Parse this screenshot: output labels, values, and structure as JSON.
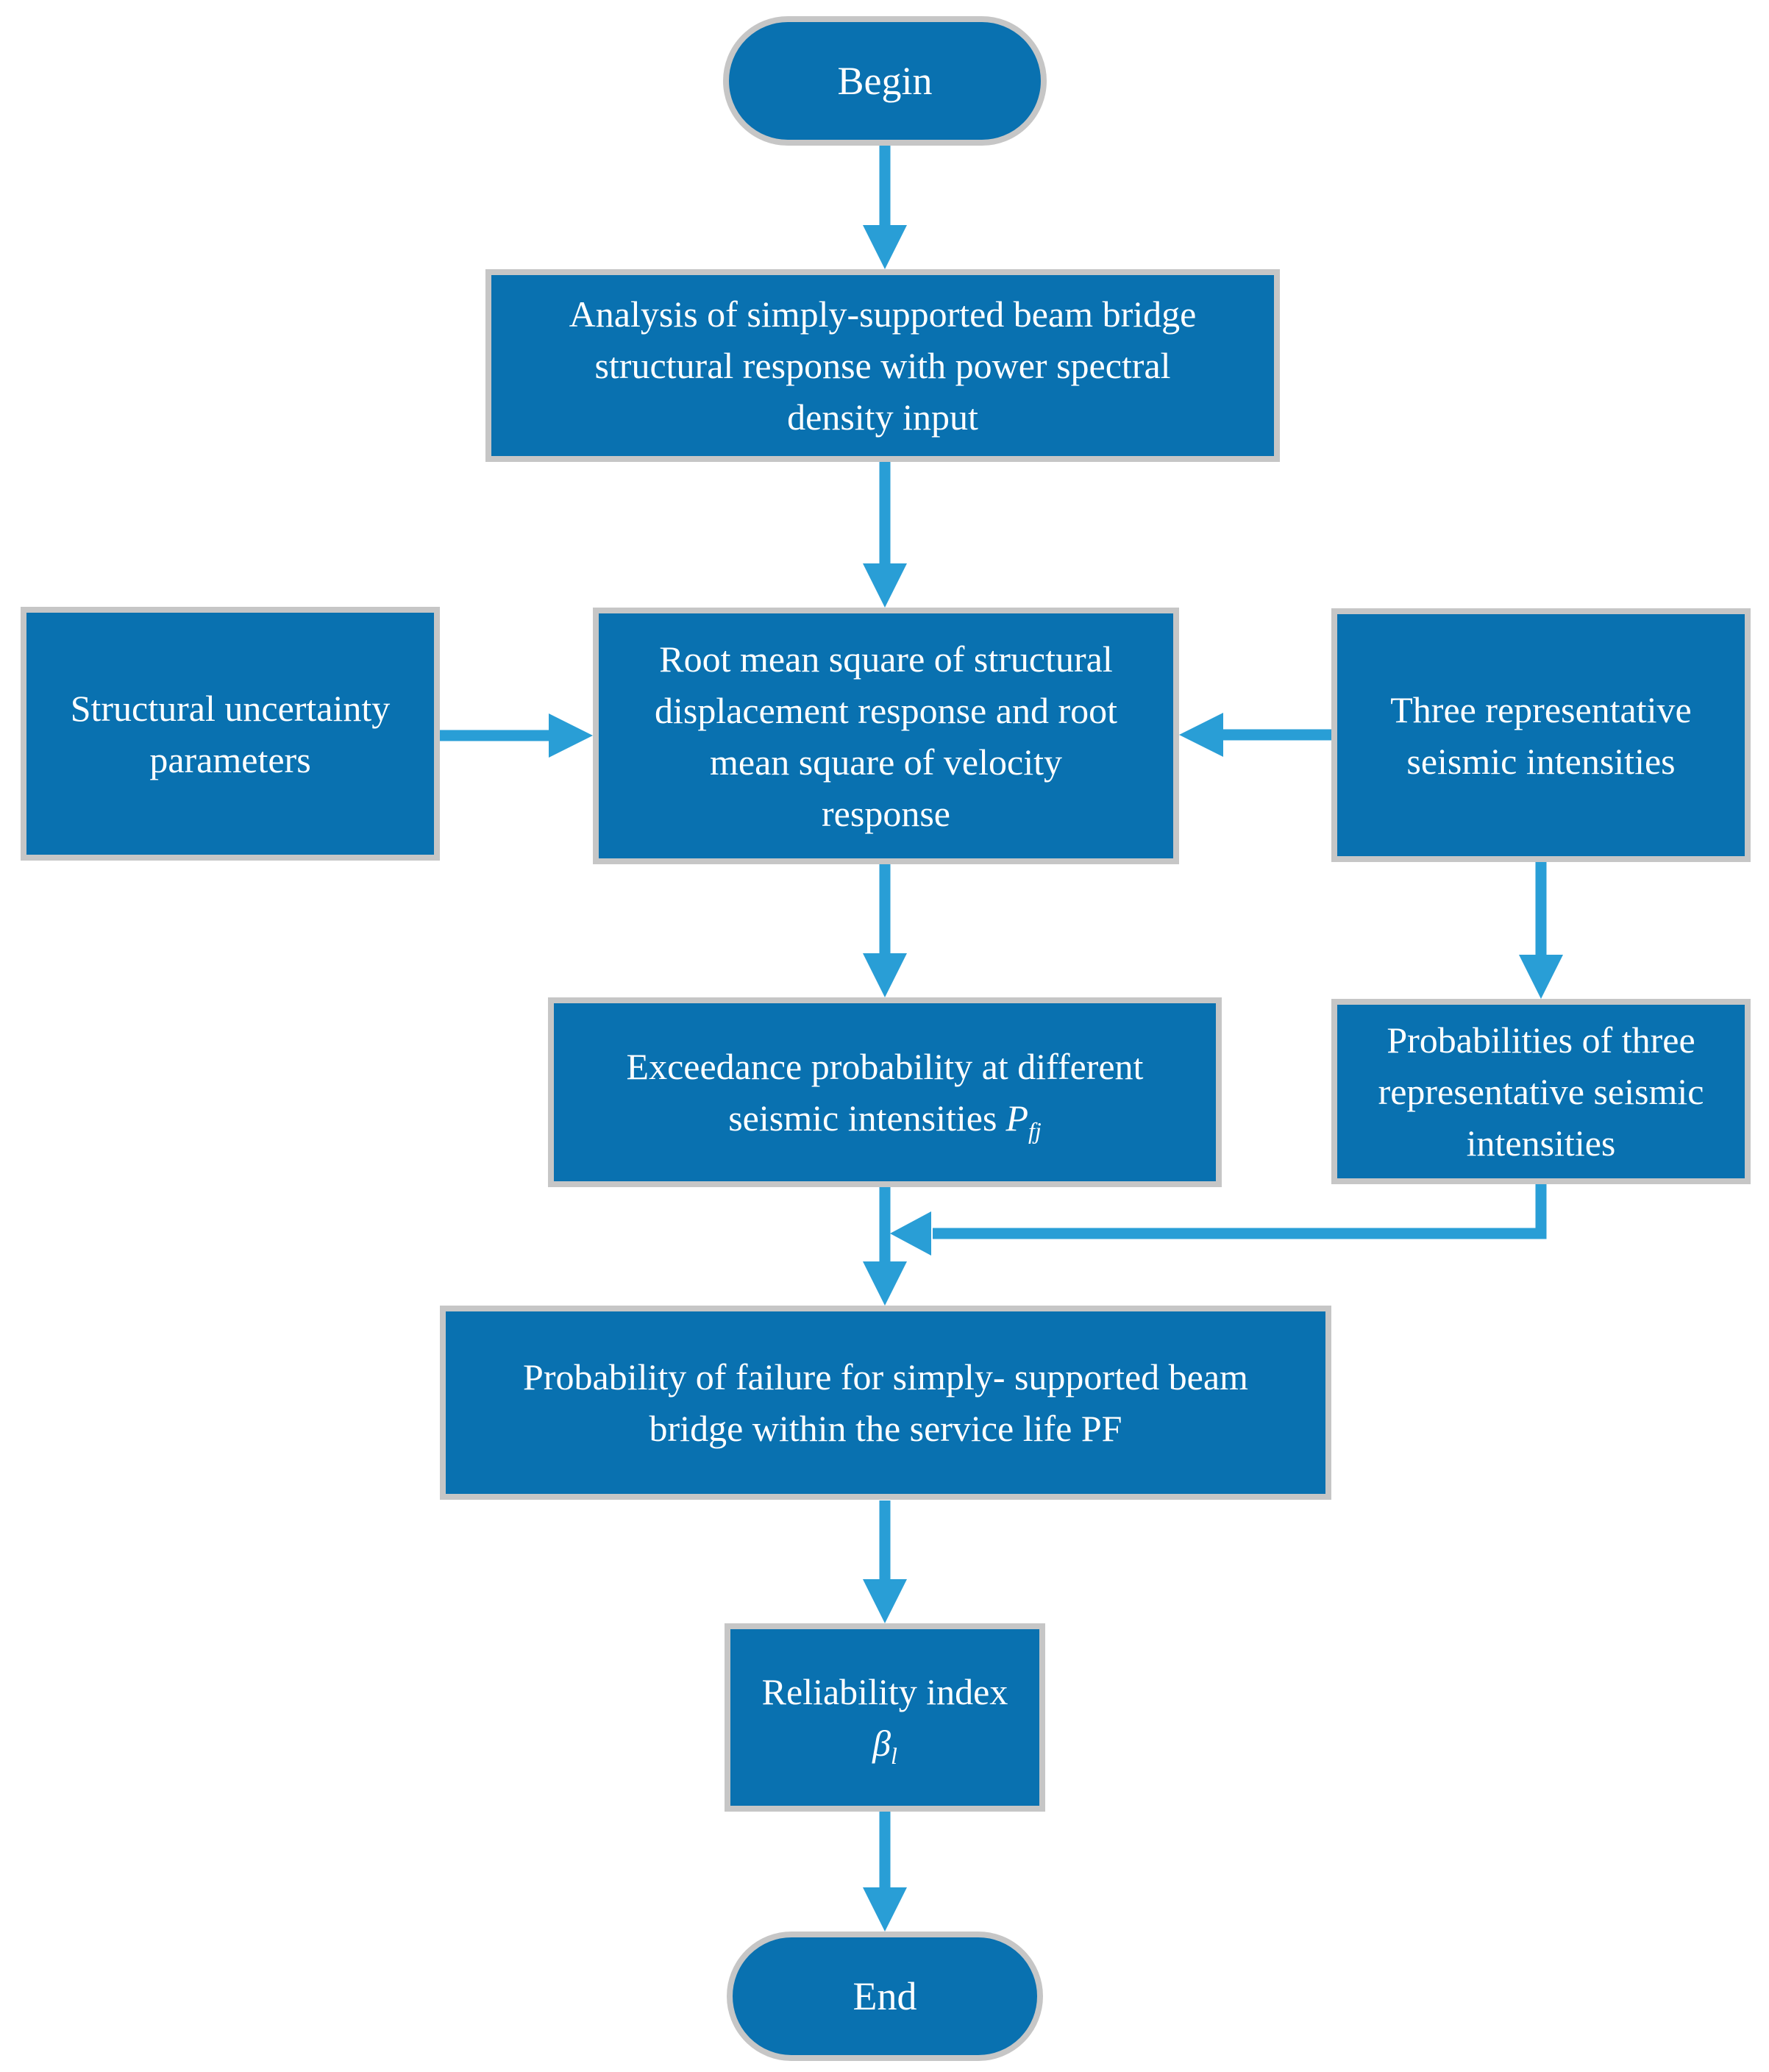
{
  "flowchart": {
    "colors": {
      "node_fill": "#0971b0",
      "node_border": "#c6c6c6",
      "node_text": "#ffffff",
      "arrow": "#299ed6",
      "background": "#ffffff"
    },
    "nodes": {
      "begin": {
        "shape": "terminator",
        "label": "Begin"
      },
      "analysis": {
        "shape": "process",
        "lines": [
          "Analysis of simply-supported beam bridge",
          "structural response with power spectral",
          "density input"
        ]
      },
      "structural_uncertainty": {
        "shape": "process",
        "lines": [
          "Structural uncertainty",
          "parameters"
        ]
      },
      "rms_response": {
        "shape": "process",
        "lines": [
          "Root mean square of structural",
          "displacement response and root",
          "mean square of velocity",
          "response"
        ]
      },
      "three_intensities": {
        "shape": "process",
        "lines": [
          "Three representative",
          "seismic intensities"
        ]
      },
      "exceedance_probability": {
        "shape": "process",
        "lines": [
          "Exceedance probability at different",
          "seismic intensities"
        ],
        "symbol": "P",
        "subscript": "fj"
      },
      "intensity_probabilities": {
        "shape": "process",
        "lines": [
          "Probabilities of three",
          "representative seismic",
          "intensities"
        ]
      },
      "failure_probability": {
        "shape": "process",
        "lines": [
          "Probability of failure for simply- supported beam",
          "bridge within the service life PF"
        ]
      },
      "reliability_index": {
        "shape": "process",
        "lines": [
          "Reliability index"
        ],
        "symbol": "β",
        "subscript": "l"
      },
      "end": {
        "shape": "terminator",
        "label": "End"
      }
    },
    "connections": [
      {
        "from": "begin",
        "to": "analysis"
      },
      {
        "from": "analysis",
        "to": "rms_response"
      },
      {
        "from": "structural_uncertainty",
        "to": "rms_response"
      },
      {
        "from": "three_intensities",
        "to": "rms_response"
      },
      {
        "from": "rms_response",
        "to": "exceedance_probability"
      },
      {
        "from": "three_intensities",
        "to": "intensity_probabilities"
      },
      {
        "from": "exceedance_probability",
        "to": "failure_probability"
      },
      {
        "from": "intensity_probabilities",
        "to": "failure_probability"
      },
      {
        "from": "failure_probability",
        "to": "reliability_index"
      },
      {
        "from": "reliability_index",
        "to": "end"
      }
    ]
  }
}
